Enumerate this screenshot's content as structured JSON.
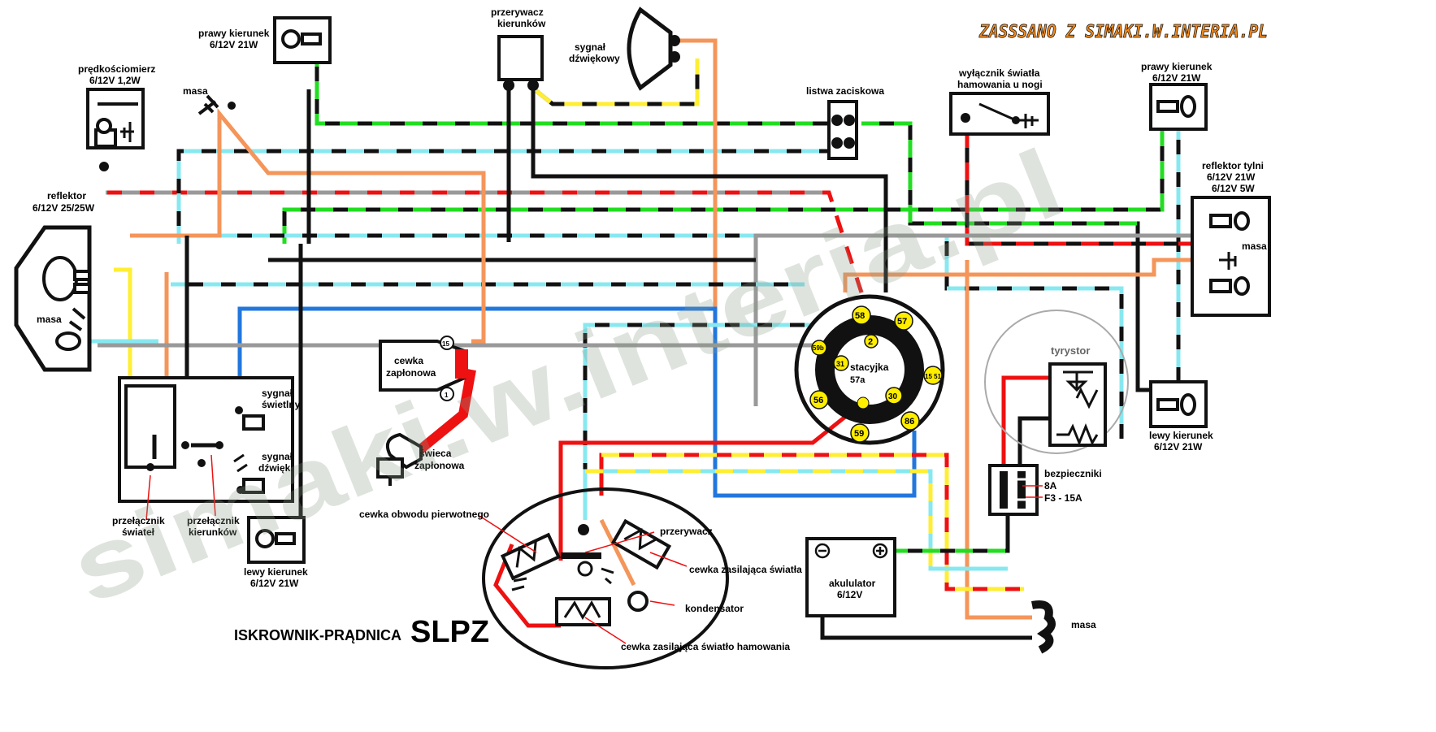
{
  "site_banner": "ZASSSANO Z SIMAKI.W.INTERIA.PL",
  "watermark": "simaki.w.interia.pl",
  "title": {
    "small": "ISKROWNIK-PRĄDNICA",
    "big": "SLPZ"
  },
  "colors": {
    "black": "#111111",
    "green": "#22dd22",
    "cyan": "#88e8f0",
    "red": "#ee1111",
    "orange": "#f4955a",
    "yellow": "#ffee33",
    "gray": "#999999",
    "blue": "#2277dd"
  },
  "labels": {
    "predkosciomierz": [
      "prędkościomierz",
      "6/12V 1,2W"
    ],
    "prawy_kierunek_front": [
      "prawy kierunek",
      "6/12V 21W"
    ],
    "masa_top": "masa",
    "przerywacz_kierunkow": [
      "przerywacz",
      "kierunków"
    ],
    "sygnal_dzwiekowy": [
      "sygnał",
      "dźwiękowy"
    ],
    "listwa": "listwa zaciskowa",
    "wylacznik": [
      "wyłącznik światła",
      "hamowania u nogi"
    ],
    "prawy_kierunek_rear": [
      "prawy kierunek",
      "6/12V 21W"
    ],
    "reflektor_tylni": [
      "reflektor tylni",
      "6/12V 21W",
      "6/12V 5W"
    ],
    "masa_rear": "masa",
    "reflektor": [
      "reflektor",
      "6/12V 25/25W"
    ],
    "masa_reflektor": "masa",
    "cewka_zaplonowa": [
      "cewka",
      "zapłonowa"
    ],
    "swieca": [
      "świeca",
      "zapłonowa"
    ],
    "sygnal_swietlny": [
      "sygnał",
      "świetlny"
    ],
    "sygnal_dzwiek": [
      "sygnał",
      "dźwięk."
    ],
    "przelacznik_swiatel": [
      "przełącznik",
      "świateł"
    ],
    "przelacznik_kierunkow": [
      "przełącznik",
      "kierunków"
    ],
    "lewy_kierunek_front": [
      "lewy kierunek",
      "6/12V 21W"
    ],
    "stacyjka": "stacyjka",
    "tyrystor": "tyrystor",
    "lewy_kierunek_rear": [
      "lewy kierunek",
      "6/12V 21W"
    ],
    "bezpieczniki": [
      "bezpieczniki",
      "8A",
      "F3 - 15A"
    ],
    "cewka_obwodu": "cewka obwodu pierwotnego",
    "przerywacz": "przerywacz",
    "cewka_swiatla": "cewka zasilająca światła",
    "kondensator": "kondensator",
    "cewka_hamowania": "cewka zasilająca światło hamowania",
    "akumulator": [
      "akululator",
      "6/12V"
    ],
    "masa_battery": "masa"
  },
  "stacyjka_pins": [
    "58",
    "57",
    "2",
    "59b",
    "31",
    "57a",
    "15 51",
    "30",
    "56",
    "86",
    "59"
  ],
  "coil_pins": [
    "15",
    "1"
  ]
}
